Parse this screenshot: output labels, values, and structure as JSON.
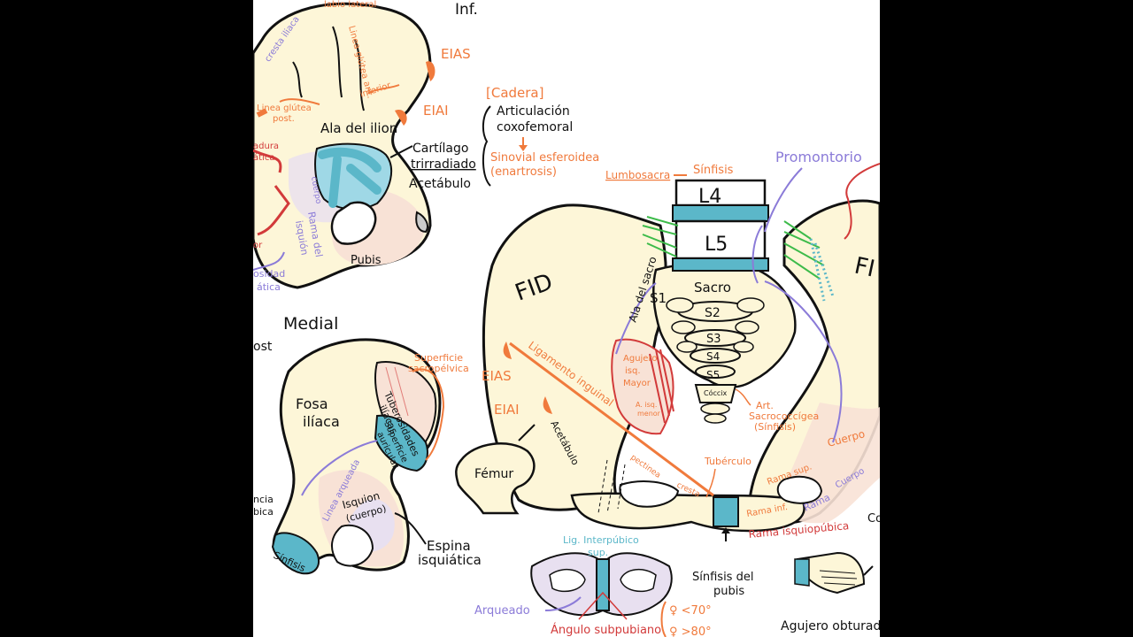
{
  "colors": {
    "bone": "#fdf6d8",
    "bone_edge": "#111111",
    "cartilage": "#5bb7c9",
    "cartilage_light": "#9fd8e6",
    "pubis_tint": "#f8e2d6",
    "ischium_tint": "#e8e0f0",
    "orange": "#f07a3c",
    "purple": "#8b7bd8",
    "red": "#d23a3a",
    "green": "#3dbb4a"
  },
  "top_left": {
    "header": "Inf.",
    "labio_lateral": "labio lateral",
    "cresta_iliaca": "cresta iliaca",
    "linea_glutea_ant": "Linea glútea ant.",
    "linea_glutea_post_1": "Linea glútea",
    "linea_glutea_post_2": "post.",
    "inferior": "inferior",
    "eias": "EIAS",
    "eiai": "EIAI",
    "ala": "Ala del ilion",
    "cartilago_1": "Cartílago",
    "cartilago_2": "trirradiado",
    "acetabulo": "Acetábulo",
    "cuerpo": "cuerpo",
    "rama_isquion_1": "Rama del",
    "rama_isquion_2": "isquión",
    "pubis": "Pubis",
    "escotadura_1": "adura",
    "escotadura_2": "ática",
    "or": "or",
    "tuberosidad_1": "osidad",
    "tuberosidad_2": "ática"
  },
  "cadera": {
    "title": "[Cadera]",
    "line1": "Articulación",
    "line2": "coxofemoral",
    "sinovial_1": "Sinovial esferoidea",
    "sinovial_2": "(enartrosis)"
  },
  "medial": {
    "header": "Medial",
    "post": "ost",
    "fosa_1": "Fosa",
    "fosa_2": "ilíaca",
    "superficie_sacro_1": "Superficie",
    "superficie_sacro_2": "sacropélvica",
    "tuberosidades_1": "Tuberosidades",
    "tuberosidades_2": "ilíacas",
    "superficie_auricular_1": "Superficie",
    "superficie_auricular_2": "auricular",
    "linea_arqueada": "Linea arqueada",
    "isquion_1": "Isquion",
    "isquion_2": "(cuerpo)",
    "sinfisis": "Sínfisis",
    "espina_1": "Espina",
    "espina_2": "isquiática",
    "eminencia_1": "ncia",
    "eminencia_2": "bica"
  },
  "pelvis": {
    "lumbosacra": "Lumbosacra",
    "sinfisis_top": "Sínfisis",
    "promontorio": "Promontorio",
    "l4": "L4",
    "l5": "L5",
    "fid": "FID",
    "fii": "FI",
    "ala_sacro": "Ala del sacro",
    "sacro": "Sacro",
    "s1": "S1",
    "s2": "S2",
    "s3": "S3",
    "s4": "S4",
    "s5": "S5",
    "coccix": "Cóccix",
    "agujero_1": "Agujero",
    "agujero_2": "isq.",
    "agujero_3": "Mayor",
    "agujero_menor_1": "A. isq.",
    "agujero_menor_2": "menor",
    "ligamento": "Ligamento inguinal",
    "eias": "EIAS",
    "eiai": "EIAI",
    "acetabulo": "Acetábulo",
    "femur": "Fémur",
    "art_1": "Art.",
    "art_2": "Sacrococcígea",
    "art_3": "(Sínfisis)",
    "cuerpo": "Cuerpo",
    "rama_sup": "Rama sup.",
    "rama": "Rama",
    "cuerpo2": "Cuerpo",
    "rama_inf": "Rama inf.",
    "rama_isquiopubica": "Rama isquiopúbica",
    "tuberculo": "Tubérculo",
    "pectinea": "pectinea",
    "cresta": "cresta",
    "sinfisis_pubis_1": "Sínfisis del",
    "sinfisis_pubis_2": "pubis"
  },
  "bottom": {
    "lig_1": "Lig. Interpúbico",
    "lig_2": "sup.",
    "arqueado": "Arqueado",
    "angulo": "Ángulo subpubiano",
    "angle_f": "♀ <70°",
    "angle_m": "♀ >80°",
    "agujero_obturado": "Agujero obturado",
    "co": "Co"
  }
}
